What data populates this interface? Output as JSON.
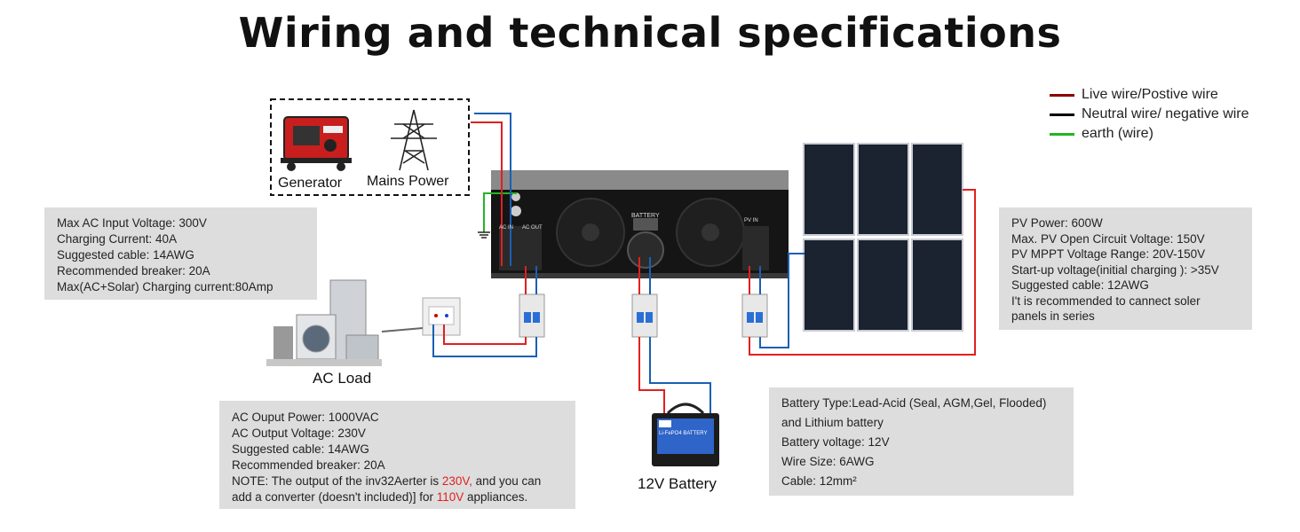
{
  "title": "Wiring and technical specifications",
  "legend": [
    {
      "label": "Live wire/Postive wire",
      "color": "#8b0000"
    },
    {
      "label": "Neutral wire/ negative wire",
      "color": "#000000"
    },
    {
      "label": "earth (wire)",
      "color": "#22b522"
    }
  ],
  "labels": {
    "generator": "Generator",
    "mains": "Mains Power",
    "ac_load": "AC Load",
    "battery": "12V Battery",
    "inverter_battery": "BATTERY",
    "inverter_ac_in": "AC IN",
    "inverter_ac_out": "AC OUT",
    "inverter_pv_in": "PV IN",
    "battery_brand": "Li-FePO4 BATTERY"
  },
  "ac_input_specs": [
    "Max AC Input Voltage: 300V",
    "Charging Current: 40A",
    "Suggested cable: 14AWG",
    "Recommended breaker: 20A",
    "Max(AC+Solar) Charging current:80Amp"
  ],
  "ac_output_specs": {
    "lines": [
      "AC Ouput Power: 1000VAC",
      "AC Output Voltage: 230V",
      "Suggested cable: 14AWG",
      "Recommended breaker: 20A"
    ],
    "note_prefix": "NOTE: The output of the inv32Aerter is ",
    "note_highlight1": "230V,",
    "note_mid": " and you can",
    "note_line2_prefix": "add a converter (doesn't included)] for ",
    "note_highlight2": "110V",
    "note_suffix": " appliances."
  },
  "battery_specs": [
    "Battery Type:Lead-Acid (Seal, AGM,Gel, Flooded)",
    "and Lithium battery",
    "Battery voltage: 12V",
    "Wire Size: 6AWG",
    "Cable: 12mm²"
  ],
  "pv_specs": [
    "PV Power: 600W",
    "Max.  PV Open Circuit Voltage: 150V",
    "PV MPPT Voltage Range: 20V-150V",
    "Start-up voltage(initial charging ): >35V",
    "Suggested cable: 12AWG",
    "I't is recommended to cannect soler",
    "panels in series"
  ],
  "colors": {
    "live": "#e02020",
    "neutral": "#1a5fb4",
    "earth": "#22b522",
    "box_bg": "#dddddd"
  }
}
